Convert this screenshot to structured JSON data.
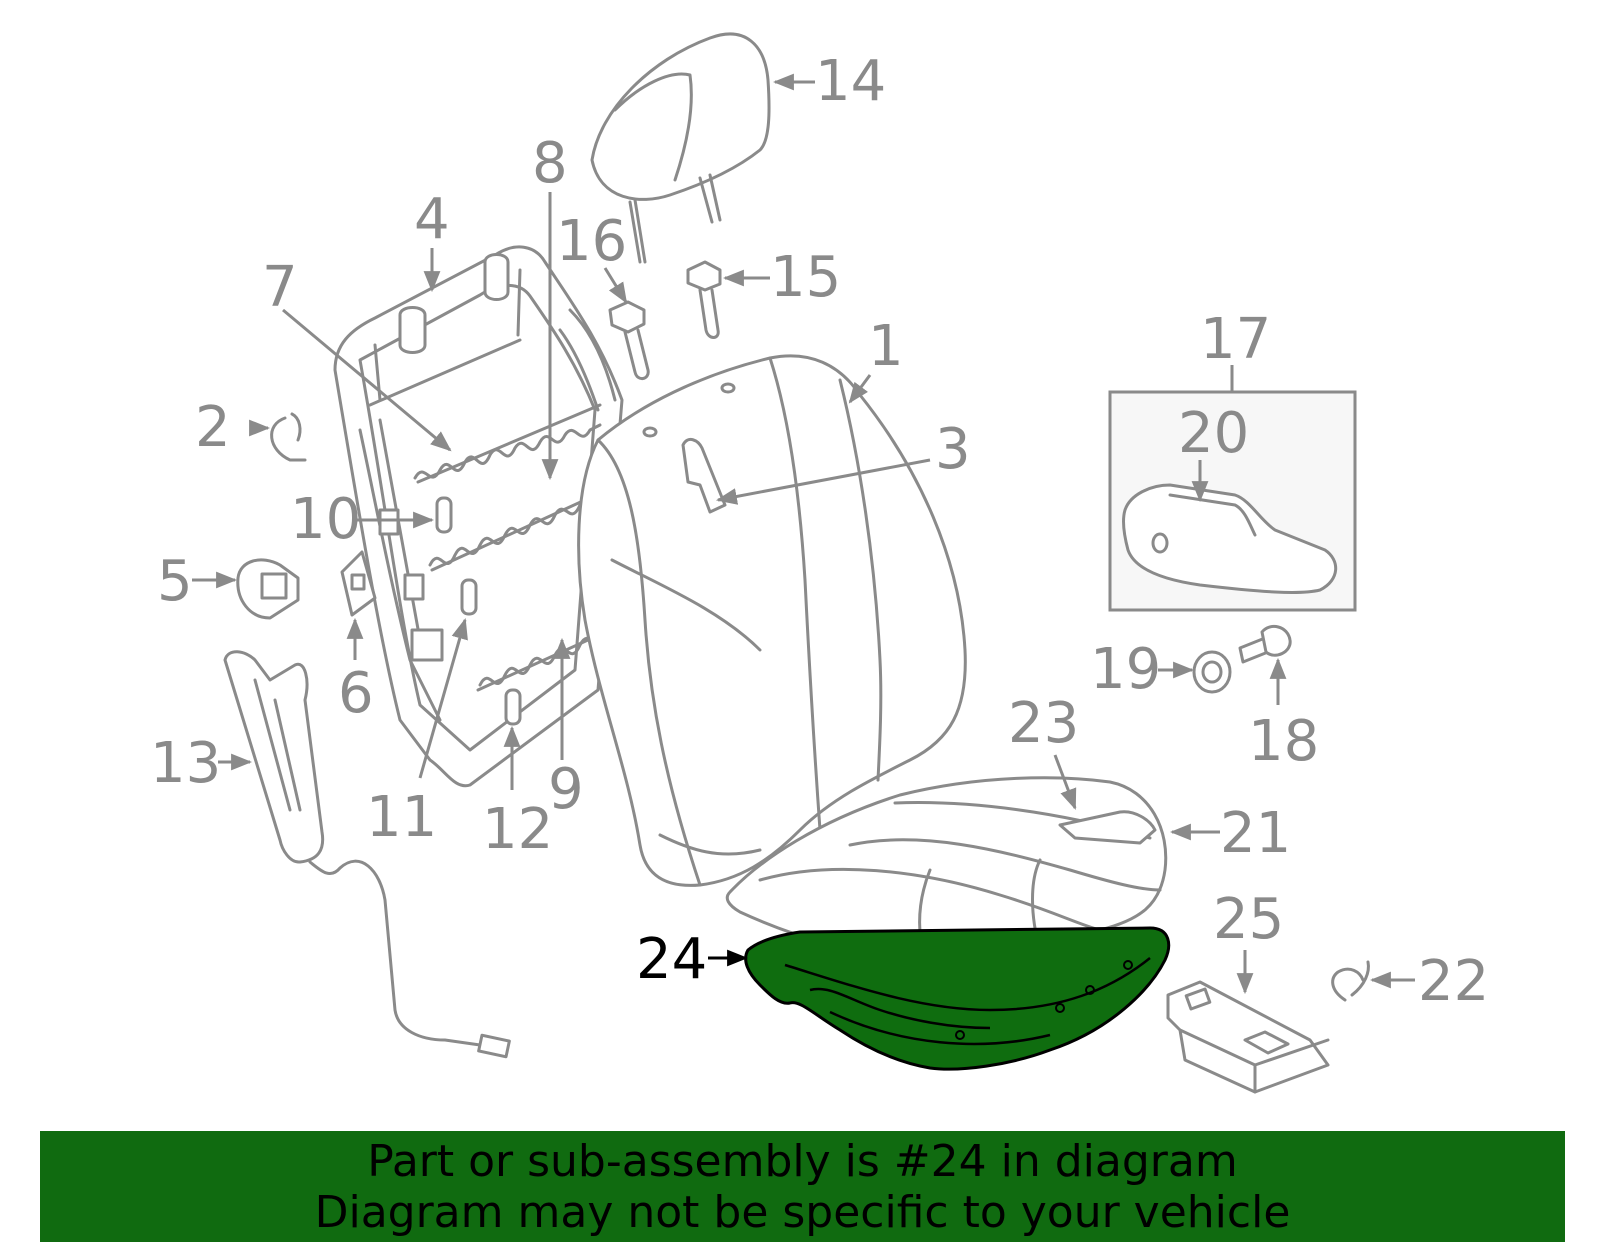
{
  "colors": {
    "line": "#8a8a8a",
    "highlight": "#0f6d0f",
    "highlight_label": "#000000",
    "banner": "#106b10",
    "box_fill": "#f7f7f7"
  },
  "callouts": [
    {
      "id": "1",
      "label": "1"
    },
    {
      "id": "2",
      "label": "2"
    },
    {
      "id": "3",
      "label": "3"
    },
    {
      "id": "4",
      "label": "4"
    },
    {
      "id": "5",
      "label": "5"
    },
    {
      "id": "6",
      "label": "6"
    },
    {
      "id": "7",
      "label": "7"
    },
    {
      "id": "8",
      "label": "8"
    },
    {
      "id": "9",
      "label": "9"
    },
    {
      "id": "10",
      "label": "10"
    },
    {
      "id": "11",
      "label": "11"
    },
    {
      "id": "12",
      "label": "12"
    },
    {
      "id": "13",
      "label": "13"
    },
    {
      "id": "14",
      "label": "14"
    },
    {
      "id": "15",
      "label": "15"
    },
    {
      "id": "16",
      "label": "16"
    },
    {
      "id": "17",
      "label": "17"
    },
    {
      "id": "18",
      "label": "18"
    },
    {
      "id": "19",
      "label": "19"
    },
    {
      "id": "20",
      "label": "20"
    },
    {
      "id": "21",
      "label": "21"
    },
    {
      "id": "22",
      "label": "22"
    },
    {
      "id": "23",
      "label": "23"
    },
    {
      "id": "24",
      "label": "24",
      "highlighted": true
    },
    {
      "id": "25",
      "label": "25"
    }
  ],
  "banner": {
    "line1": "Part or sub-assembly is #24 in diagram",
    "line2": "Diagram may not be specific to your vehicle"
  }
}
